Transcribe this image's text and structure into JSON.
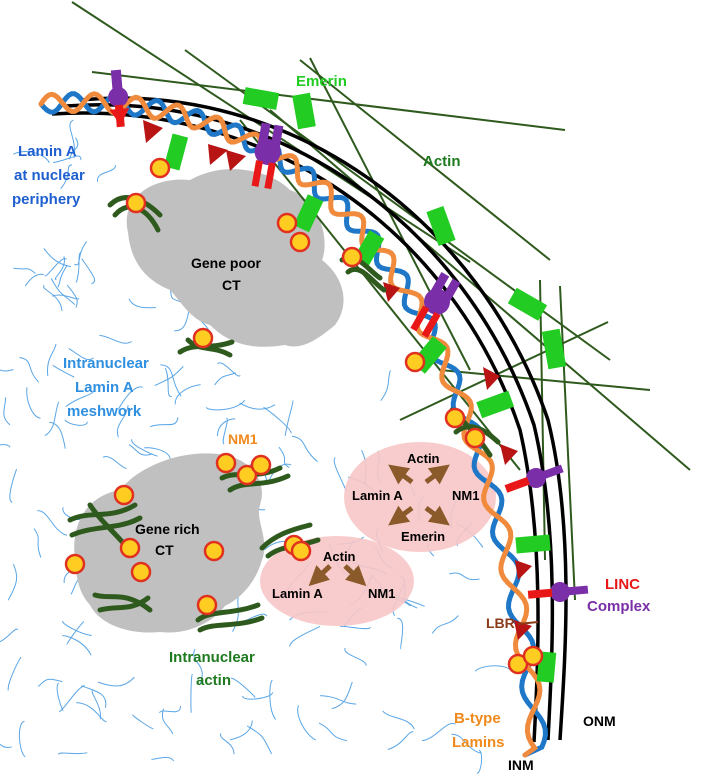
{
  "labels": {
    "emerin": "Emerin",
    "actin": "Actin",
    "lamin_a_periphery": [
      "Lamin A",
      "at nuclear",
      "periphery"
    ],
    "gene_poor": [
      "Gene poor",
      "CT"
    ],
    "intranuclear_lamin": [
      "Intranuclear",
      "Lamin A",
      "meshwork"
    ],
    "nm1": "NM1",
    "gene_rich": [
      "Gene rich",
      "CT"
    ],
    "intranuclear_actin": [
      "Intranuclear",
      "actin"
    ],
    "linc": [
      "LINC",
      "Complex"
    ],
    "lbr": "LBR",
    "b_type": [
      "B-type",
      "Lamins"
    ],
    "onm": "ONM",
    "inm": "INM"
  },
  "complex_upper": {
    "top": "Actin",
    "left": "Lamin A",
    "right": "NM1",
    "bottom": "Emerin"
  },
  "complex_lower": {
    "top": "Actin",
    "left": "Lamin A",
    "right": "NM1"
  },
  "colors": {
    "membrane": "#000000",
    "lamin_a": "#1f77c8",
    "b_type_lamin": "#f08a3c",
    "emerin": "#22cc22",
    "actin": "#2f5a1e",
    "linc": "#7a2fa8",
    "linc_red": "#e81818",
    "lbr": "#b81414",
    "nm1_fill": "#ffcc22",
    "nm1_edge": "#e03020",
    "chromatin": "#c0c0c0",
    "complex_bg": "#f7c6c6",
    "arrow": "#8b5a2b",
    "text_blue": "#1f5fd0",
    "text_lightblue": "#2f8fe0",
    "text_green_light": "#22cc22",
    "text_green_dark": "#1e7a1e",
    "text_orange": "#f08a1c",
    "text_red": "#e81818",
    "text_purple": "#7a2fa8",
    "text_brown": "#8b3a1a",
    "text_black": "#000000"
  },
  "icons": [
    "lamin-meshwork-icon",
    "actin-filament-icon",
    "emerin-icon",
    "linc-complex-icon",
    "lbr-icon",
    "nm1-icon",
    "chromosome-territory-icon"
  ]
}
